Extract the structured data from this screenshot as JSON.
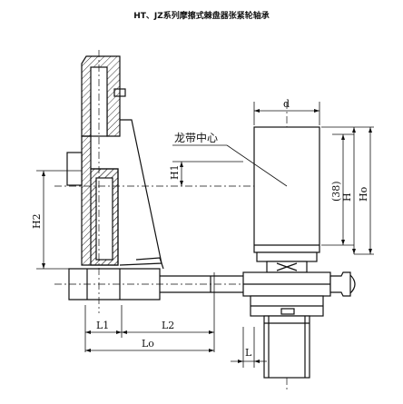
{
  "title": "HT、JZ系列摩擦式棘盘器张紧轮轴承",
  "callout": "龙带中心",
  "dimensions": {
    "d": "d",
    "H1": "H1",
    "H2": "H2",
    "d38": "(38)",
    "H": "H",
    "Ho": "Ho",
    "L1": "L1",
    "L2": "L2",
    "Lo": "Lo",
    "L": "L"
  }
}
